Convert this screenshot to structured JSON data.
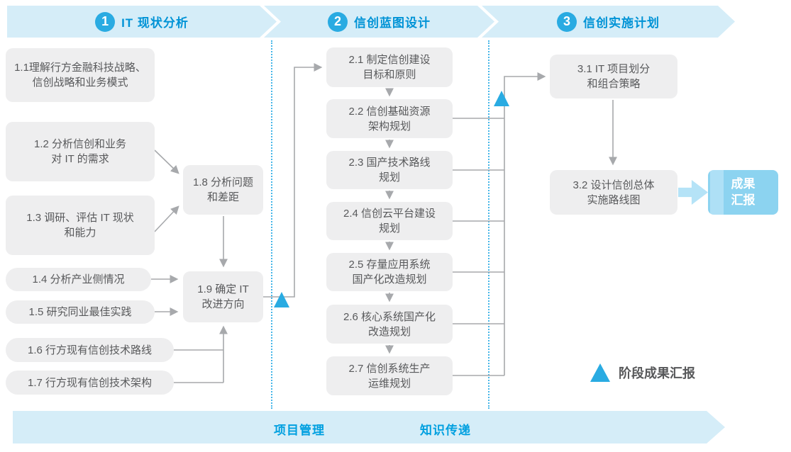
{
  "phases": [
    {
      "number": "1",
      "label": "IT 现状分析"
    },
    {
      "number": "2",
      "label": "信创蓝图设计"
    },
    {
      "number": "3",
      "label": "信创实施计划"
    }
  ],
  "boxes": {
    "b11": {
      "text": "1.1理解行方金融科技战略、\n信创战略和业务模式"
    },
    "b12": {
      "text": "1.2 分析信创和业务\n对 IT 的需求"
    },
    "b13": {
      "text": "1.3 调研、评估 IT 现状\n和能力"
    },
    "b14": {
      "text": "1.4 分析产业侧情况"
    },
    "b15": {
      "text": "1.5 研究同业最佳实践"
    },
    "b16": {
      "text": "1.6 行方现有信创技术路线"
    },
    "b17": {
      "text": "1.7 行方现有信创技术架构"
    },
    "b18": {
      "text": "1.8 分析问题\n和差距"
    },
    "b19": {
      "text": "1.9 确定 IT\n改进方向"
    },
    "b21": {
      "text": "2.1 制定信创建设\n目标和原则"
    },
    "b22": {
      "text": "2.2 信创基础资源\n架构规划"
    },
    "b23": {
      "text": "2.3 国产技术路线\n规划"
    },
    "b24": {
      "text": "2.4 信创云平台建设\n规划"
    },
    "b25": {
      "text": "2.5 存量应用系统\n国产化改造规划"
    },
    "b26": {
      "text": "2.6 核心系统国产化\n改造规划"
    },
    "b27": {
      "text": "2.7 信创系统生产\n运维规划"
    },
    "b31": {
      "text": "3.1 IT 项目划分\n和组合策略"
    },
    "b32": {
      "text": "3.2 设计信创总体\n实施路线图"
    }
  },
  "result_box": {
    "text": "成果\n汇报"
  },
  "legend": {
    "label": "阶段成果汇报"
  },
  "footer": {
    "project_mgmt": "项目管理",
    "knowledge_transfer": "知识传递"
  },
  "colors": {
    "accent_blue": "#29abe2",
    "banner_bg": "#d5edf8",
    "phase_text": "#0093d6",
    "footer_text": "#00a0e0",
    "box_bg": "#eeeeef",
    "box_text": "#58595b",
    "connector_gray": "#a7a9ac",
    "result_box_bg": "#8cd3f0",
    "fat_arrow": "#b5e3f7"
  }
}
